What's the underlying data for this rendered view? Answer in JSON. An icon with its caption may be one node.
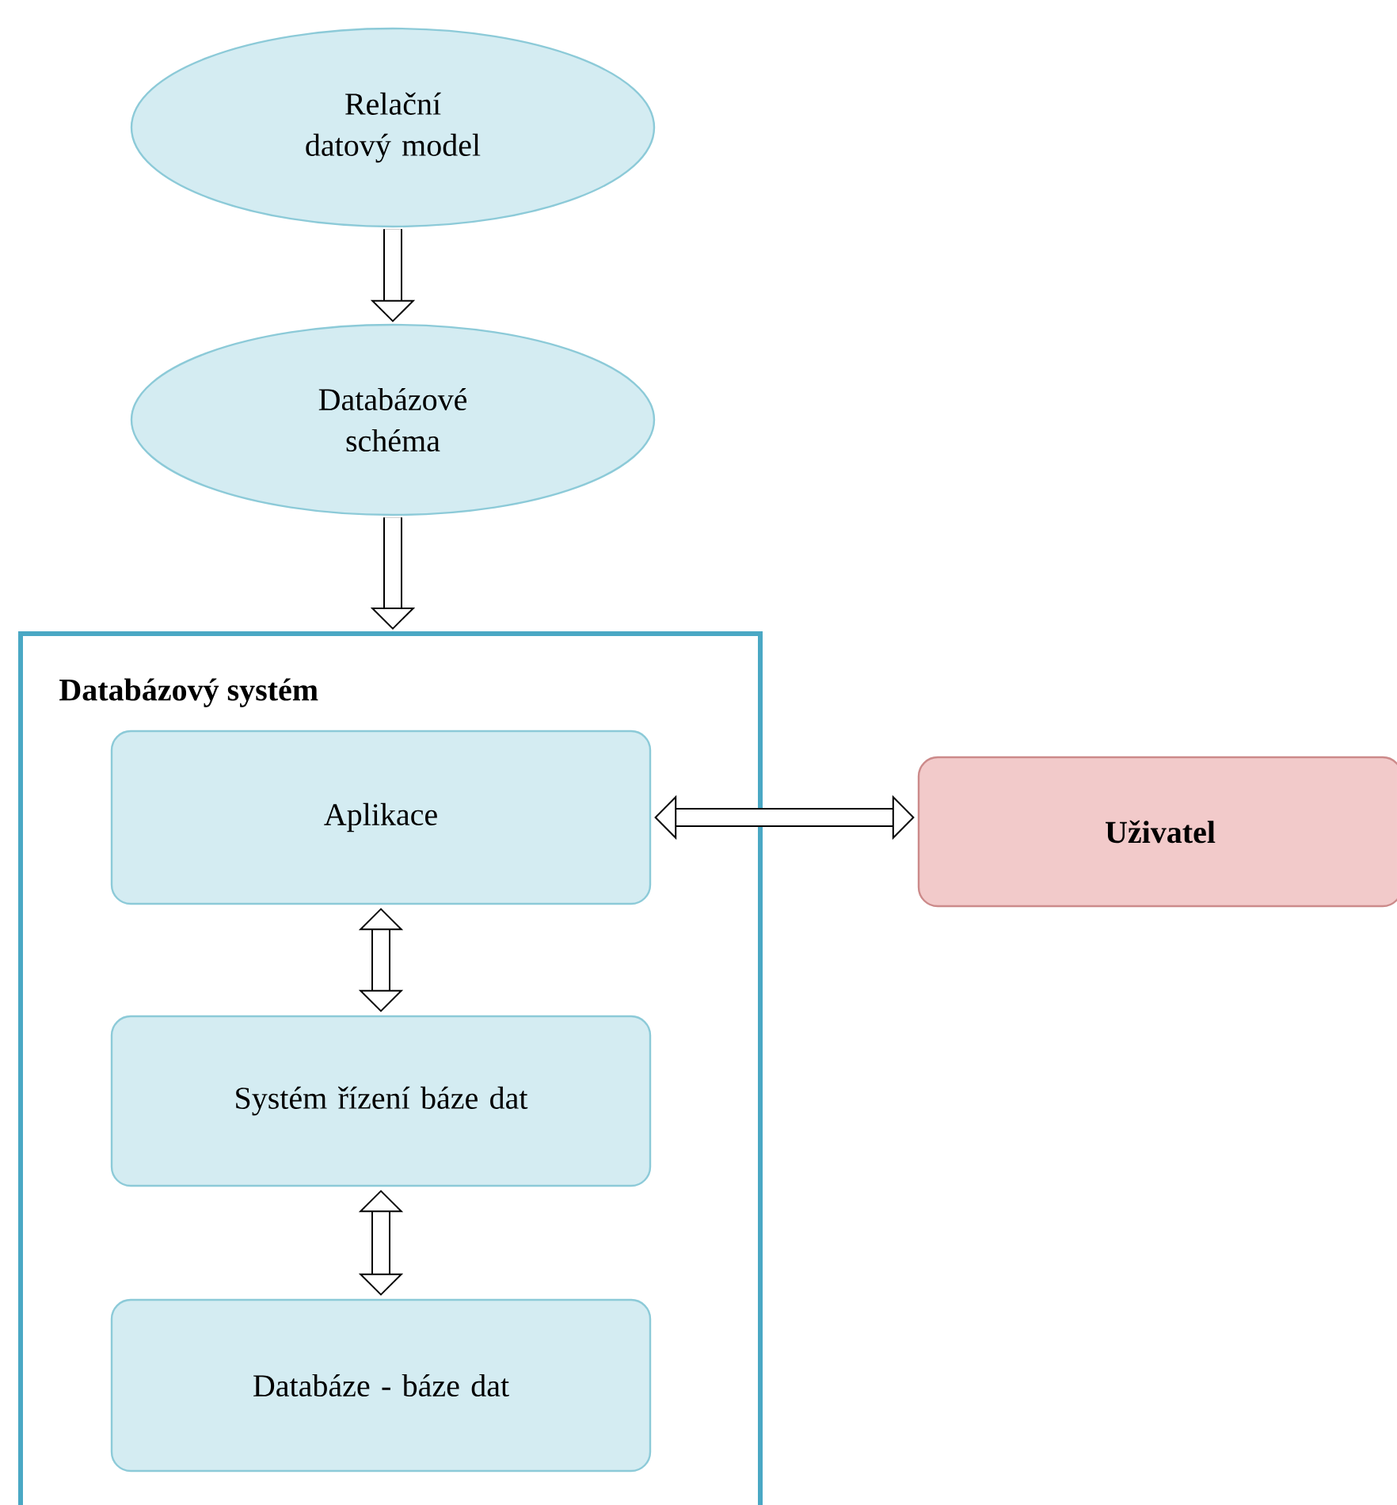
{
  "diagram": {
    "nodes": [
      {
        "text": [
          "Relační datový model"
        ]
      },
      {
        "text": [
          "Databázové schéma"
        ]
      },
      {
        "text": [
          "Databázový systém"
        ]
      },
      {
        "text": [
          "Aplikace"
        ],
        "in": 2
      },
      {
        "text": [
          "Systém řízení báze dat"
        ],
        "in": 2
      },
      {
        "text": [
          "Databáze - báze dat"
        ],
        "in": 2
      },
      {
        "text": [
          "Uživatel"
        ]
      }
    ],
    "edges": [
      {
        "from": 0,
        "to": 1,
        "arrow": "to"
      },
      {
        "from": 1,
        "to": 2,
        "arrow": "to"
      },
      {
        "from": 3,
        "to": 6,
        "arrow": "both"
      },
      {
        "from": 3,
        "to": 4,
        "arrow": "both"
      },
      {
        "from": 4,
        "to": 5,
        "arrow": "both"
      }
    ]
  }
}
